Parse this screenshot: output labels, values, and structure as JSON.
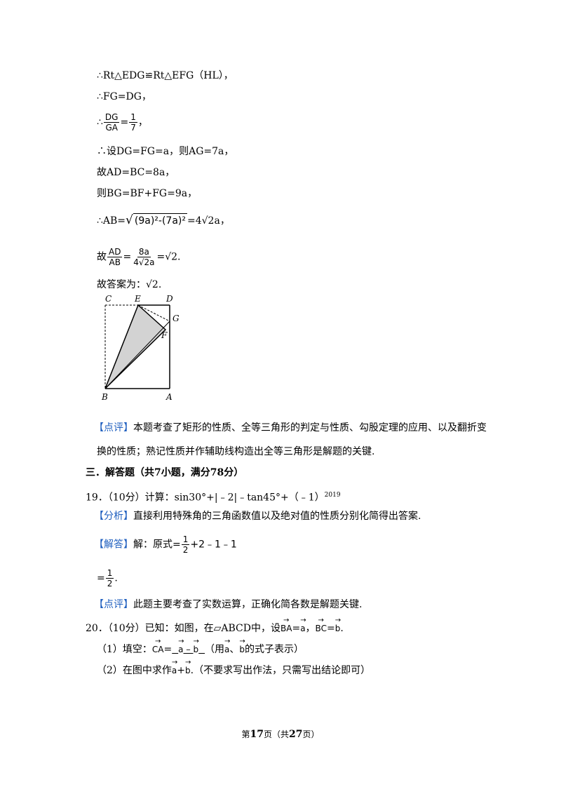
{
  "proof": {
    "l1": "∴Rt△EDG≌Rt△EFG（HL），",
    "l2": "∴FG=DG，",
    "l3_prefix": "∴",
    "l3_frac_num": "DG",
    "l3_frac_den": "GA",
    "l3_eq": "=",
    "l3_rhs_num": "1",
    "l3_rhs_den": "7",
    "l3_suffix": "，",
    "l4": "∴设DG=FG=a，则AG=7a，",
    "l5": "故AD=BC=8a，",
    "l6": "则BG=BF+FG=9a，",
    "l7_prefix": "∴AB=",
    "l7_radicand": "(9a)²-(7a)²",
    "l7_suffix": "=4√2a，",
    "l8_prefix": "故",
    "l8_f1_num": "AD",
    "l8_f1_den": "AB",
    "l8_f2_num": "8a",
    "l8_f2_den": "4√2a",
    "l8_suffix": "=√2.",
    "answer": "故答案为：√2."
  },
  "figure": {
    "labels": {
      "C": "C",
      "E": "E",
      "D": "D",
      "G": "G",
      "F": "F",
      "B": "B",
      "A": "A"
    },
    "fill_color": "#d3d3d3"
  },
  "comment1": {
    "tag": "【点评】",
    "text1": "本题考查了矩形的性质、全等三角形的判定与性质、勾股定理的应用、以及翻折变",
    "text2": "换的性质；熟记性质并作辅助线构造出全等三角形是解题的关键."
  },
  "section3": {
    "title": "三．解答题（共7小题，满分78分）"
  },
  "q19": {
    "stem": "19．（10分）计算：sin30°+|﹣2|﹣tan45°+（﹣1）",
    "exp": "2019",
    "analysis_tag": "【分析】",
    "analysis": "直接利用特殊角的三角函数值以及绝对值的性质分别化简得出答案.",
    "solution_tag": "【解答】",
    "solution_prefix": "解：原式=",
    "solution_num": "1",
    "solution_den": "2",
    "solution_rest": "+2﹣1﹣1",
    "result_prefix": "=",
    "result_num": "1",
    "result_den": "2",
    "result_suffix": ".",
    "comment_tag": "【点评】",
    "comment": "此题主要考查了实数运算，正确化简各数是解题关键."
  },
  "q20": {
    "stem_prefix": "20．（10分）已知：如图，在▱ABCD中，设",
    "v1": "BA",
    "eq1": "=",
    "a1": "a",
    "sep": "，",
    "v2": "BC",
    "eq2": "=",
    "b1": "b",
    "stem_suffix": ".",
    "p1_prefix": "（1）填空：",
    "p1_v": "CA",
    "p1_eq": "=",
    "p1_ans_a": "a",
    "p1_minus": "﹣",
    "p1_ans_b": "b",
    "p1_hint_pre": "（用",
    "p1_hint_a": "a",
    "p1_hint_mid": "、",
    "p1_hint_b": "b",
    "p1_hint_post": "的式子表示）",
    "p2_prefix": "（2）在图中求作",
    "p2_a": "a",
    "p2_plus": "+",
    "p2_b": "b",
    "p2_suffix": ".（不要求写出作法，只需写出结论即可）"
  },
  "footer": {
    "pre": "第",
    "page": "17",
    "mid": "页（共",
    "total": "27",
    "post": "页）"
  }
}
